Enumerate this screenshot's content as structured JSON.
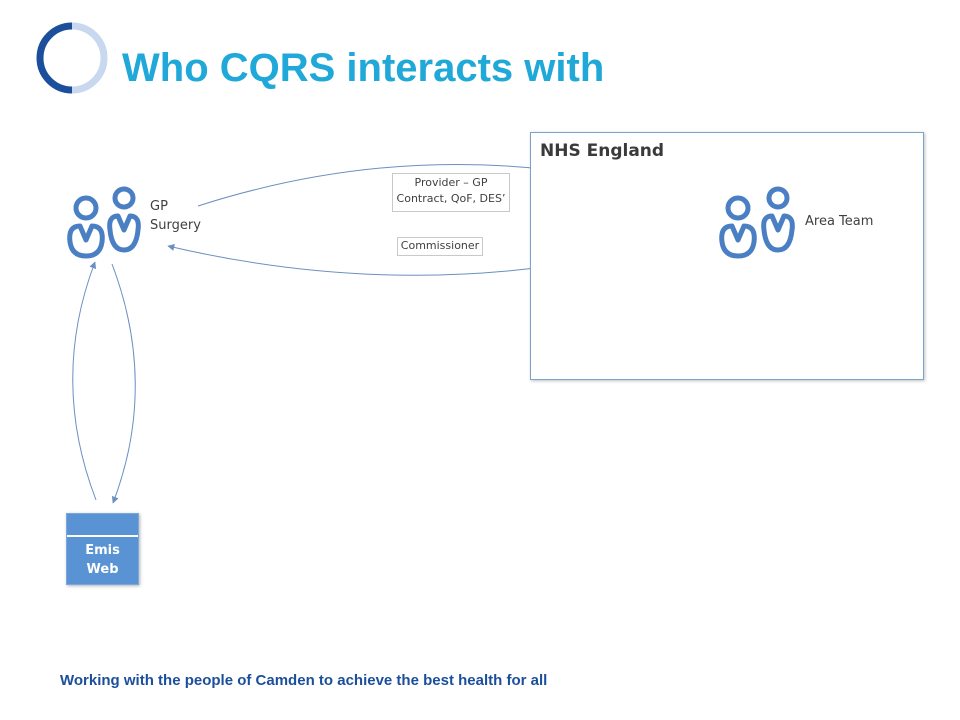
{
  "title": "Who CQRS interacts with",
  "nhs_box": {
    "title": "NHS England"
  },
  "nodes": {
    "gp_surgery": {
      "line1": "GP",
      "line2": "Surgery",
      "icon": "people-icon"
    },
    "area_team": {
      "label": "Area Team",
      "icon": "people-icon"
    },
    "emis_web": {
      "line1": "Emis",
      "line2": "Web"
    }
  },
  "flows": {
    "provider": {
      "line1": "Provider – GP",
      "line2": "Contract, QoF, DES’"
    },
    "commissioner": {
      "label": "Commissioner"
    }
  },
  "footer": "Working with the people of Camden to achieve the best health for all",
  "colors": {
    "title": "#1fa8d8",
    "logo_dark": "#1b4f9c",
    "logo_light": "#c8d8ee",
    "person_icon": "#4a7fc4",
    "arrow": "#6b8fc0",
    "emis_fill": "#5a93d3",
    "footer": "#1b4f9c"
  }
}
